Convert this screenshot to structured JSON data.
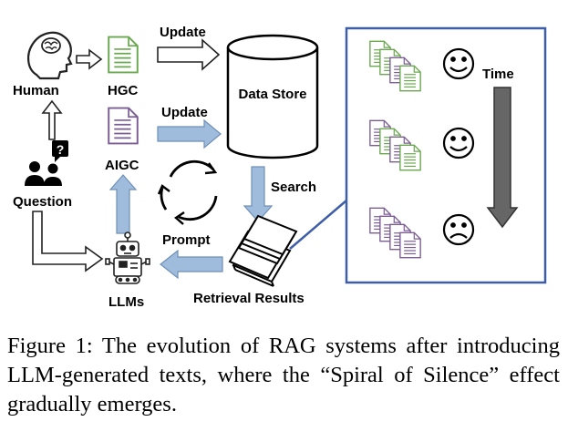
{
  "labels": {
    "human": "Human",
    "hgc": "HGC",
    "aigc": "AIGC",
    "question": "Question",
    "llms": "LLMs",
    "data_store": "Data Store",
    "update_top": "Update",
    "update_mid": "Update",
    "search": "Search",
    "prompt": "Prompt",
    "retrieval_results": "Retrieval Results",
    "time": "Time"
  },
  "icons": {
    "question_mark": "?"
  },
  "colors": {
    "hgc_green": "#6aa84f",
    "aigc_purple": "#7b5d94",
    "flow_blue": "#9fbcdc",
    "panel_border": "#3f5ea8",
    "time_arrow": "#666666"
  },
  "caption": "Figure 1: The evolution of RAG systems after introducing LLM-generated texts, where the “Spiral of Silence” effect gradually emerges."
}
